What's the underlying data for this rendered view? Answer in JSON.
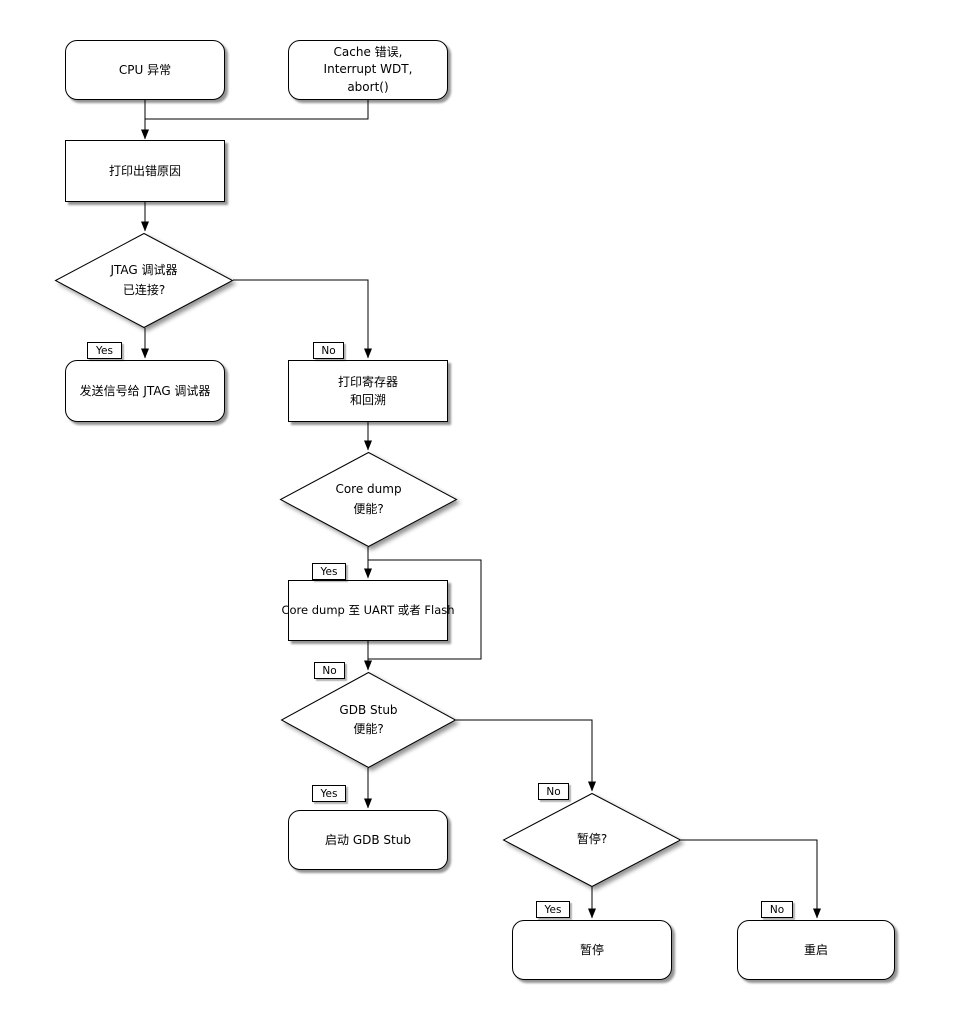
{
  "diagram": {
    "title": "CPU exception handling flowchart",
    "colors": {
      "stroke": "#000000",
      "node_fill": "#ffffff",
      "background": "#ffffff",
      "shadow": "#9e9e9e"
    },
    "nodes": {
      "cpu": {
        "type": "terminator",
        "lines": [
          "CPU 异常"
        ]
      },
      "cache": {
        "type": "terminator",
        "lines": [
          "Cache 错误,",
          "Interrupt WDT,",
          "abort()"
        ]
      },
      "print_reason": {
        "type": "process",
        "lines": [
          "打印出错原因"
        ]
      },
      "jtag_connected": {
        "type": "decision",
        "lines": [
          "JTAG 调试器",
          "已连接?"
        ]
      },
      "send_signal": {
        "type": "terminator",
        "lines": [
          "发送信号给 JTAG 调试器"
        ]
      },
      "print_registers": {
        "type": "process",
        "lines": [
          "打印寄存器",
          "和回溯"
        ]
      },
      "coredump_enabled": {
        "type": "decision",
        "lines": [
          "Core dump",
          "便能?"
        ]
      },
      "coredump_target": {
        "type": "process",
        "lines": [
          "Core dump 至 UART 或者 Flash"
        ]
      },
      "gdb_enabled": {
        "type": "decision",
        "lines": [
          "GDB Stub",
          "便能?"
        ]
      },
      "start_gdb": {
        "type": "terminator",
        "lines": [
          "启动 GDB Stub"
        ]
      },
      "halt_question": {
        "type": "decision",
        "lines": [
          "暂停?"
        ]
      },
      "halt": {
        "type": "terminator",
        "lines": [
          "暂停"
        ]
      },
      "reboot": {
        "type": "terminator",
        "lines": [
          "重启"
        ]
      }
    },
    "labels": {
      "jtag_yes": "Yes",
      "jtag_no": "No",
      "coredump_yes": "Yes",
      "coredump_no": "No",
      "gdb_yes": "Yes",
      "gdb_no": "No",
      "halt_yes": "Yes",
      "halt_no": "No"
    }
  }
}
